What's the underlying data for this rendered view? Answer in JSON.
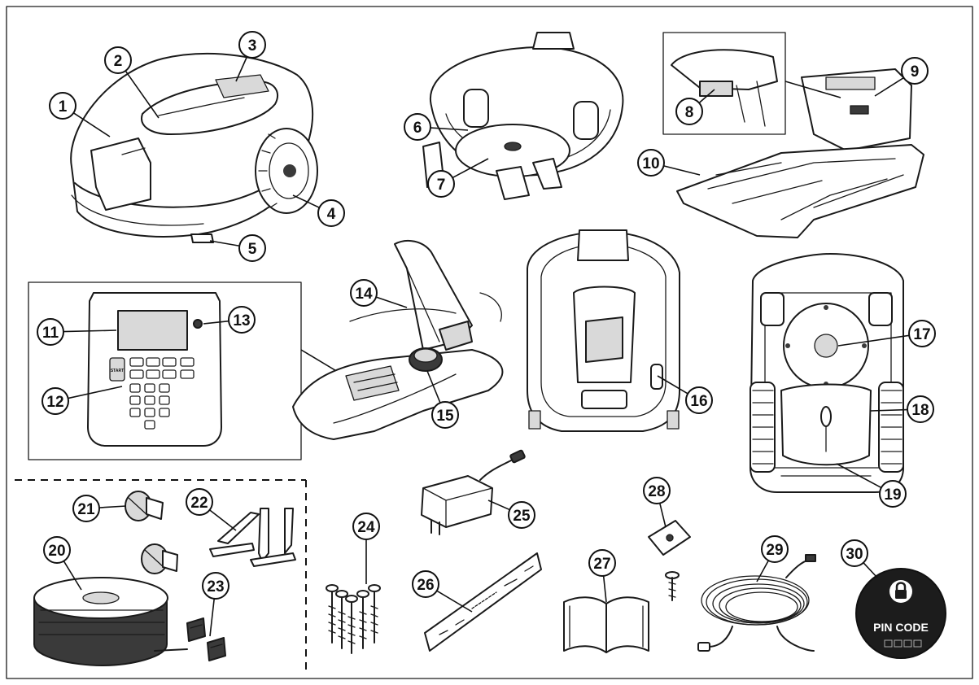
{
  "callouts": [
    "1",
    "2",
    "3",
    "4",
    "5",
    "6",
    "7",
    "8",
    "9",
    "10",
    "11",
    "12",
    "13",
    "14",
    "15",
    "16",
    "17",
    "18",
    "19",
    "20",
    "21",
    "22",
    "23",
    "24",
    "25",
    "26",
    "27",
    "28",
    "29",
    "30"
  ],
  "pin_label": {
    "title": "PIN CODE"
  },
  "keypad": {
    "start_label": "START"
  }
}
